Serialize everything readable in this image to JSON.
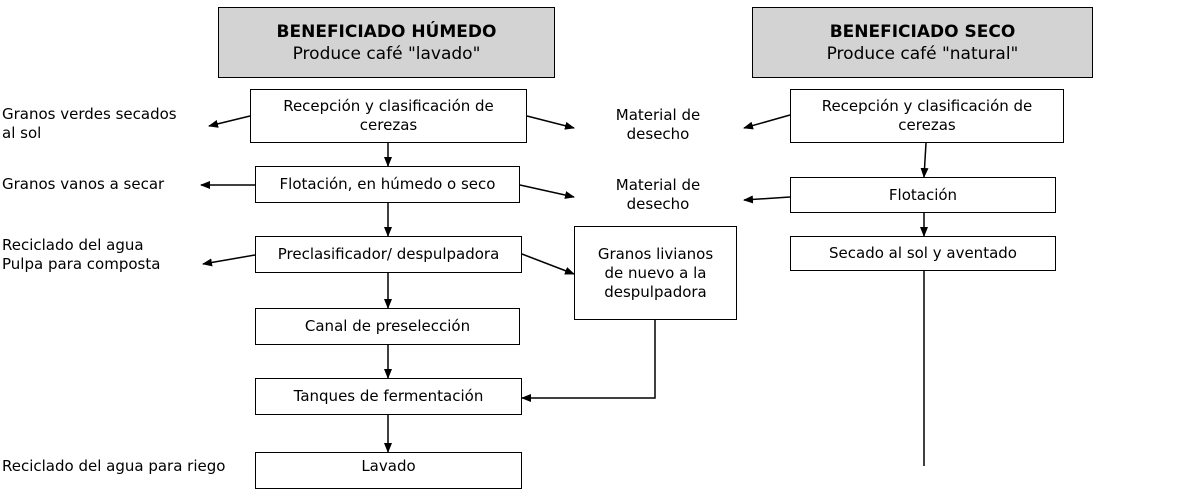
{
  "wet": {
    "header_title": "BENEFICIADO HÚMEDO",
    "header_subtitle": "Produce café \"lavado\"",
    "steps": {
      "reception": "Recepción y clasificación de\ncerezas",
      "flotation": "Flotación, en húmedo o seco",
      "pulper": "Preclasificador/ despulpadora",
      "channel": "Canal de preselección",
      "tanks": "Tanques de fermentación",
      "next": "Lavado"
    },
    "side_left": {
      "green_beans": "Granos verdes secados\nal sol",
      "empty_beans": "Granos vanos a secar",
      "recycle": "Reciclado del agua\nPulpa para composta",
      "bottom": "Reciclado del agua para riego"
    },
    "side_right": {
      "waste1": "Material de\ndesecho",
      "waste2": "Material de\ndesecho",
      "light_beans": "Granos livianos\nde nuevo a la\ndespulpadora"
    }
  },
  "dry": {
    "header_title": "BENEFICIADO SECO",
    "header_subtitle": "Produce café \"natural\"",
    "steps": {
      "reception": "Recepción y clasificación de\ncerezas",
      "flotation": "Flotación",
      "drying": "Secado al sol y aventado"
    }
  }
}
